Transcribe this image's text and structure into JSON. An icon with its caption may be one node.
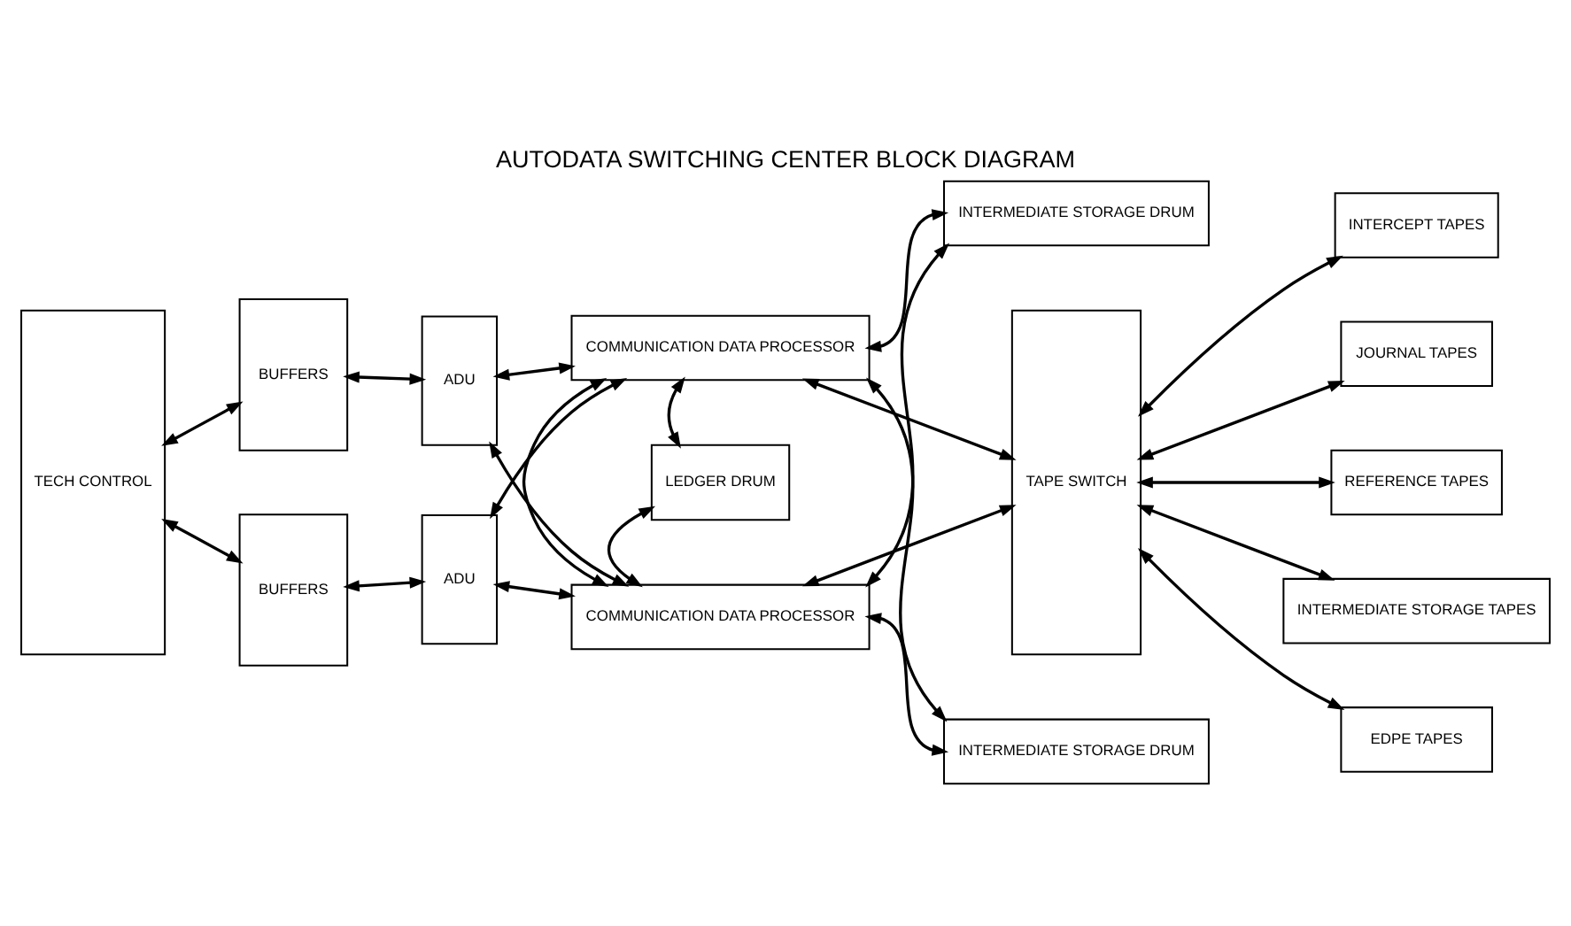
{
  "diagram": {
    "title": "AUTODATA SWITCHING CENTER BLOCK DIAGRAM",
    "nodes": [
      {
        "text": [
          "TECH CONTROL"
        ]
      },
      {
        "text": [
          "BUFFERS"
        ]
      },
      {
        "text": [
          "BUFFERS"
        ]
      },
      {
        "text": [
          "ADU"
        ]
      },
      {
        "text": [
          "ADU"
        ]
      },
      {
        "text": [
          "COMMUNICATION DATA PROCESSOR"
        ]
      },
      {
        "text": [
          "LEDGER DRUM"
        ]
      },
      {
        "text": [
          "COMMUNICATION DATA PROCESSOR"
        ]
      },
      {
        "text": [
          "INTERMEDIATE STORAGE DRUM"
        ]
      },
      {
        "text": [
          "INTERMEDIATE STORAGE DRUM"
        ]
      },
      {
        "text": [
          "TAPE SWITCH"
        ]
      },
      {
        "text": [
          "INTERCEPT TAPES"
        ]
      },
      {
        "text": [
          "JOURNAL TAPES"
        ]
      },
      {
        "text": [
          "REFERENCE TAPES"
        ]
      },
      {
        "text": [
          "INTERMEDIATE STORAGE TAPES"
        ]
      },
      {
        "text": [
          "EDPE TAPES"
        ]
      }
    ],
    "edges": [
      {
        "from": 0,
        "to": 1,
        "arrow": "both"
      },
      {
        "from": 0,
        "to": 2,
        "arrow": "both"
      },
      {
        "from": 1,
        "to": 3,
        "arrow": "both"
      },
      {
        "from": 2,
        "to": 4,
        "arrow": "both"
      },
      {
        "from": 3,
        "to": 5,
        "arrow": "both"
      },
      {
        "from": 3,
        "to": 7,
        "arrow": "both"
      },
      {
        "from": 4,
        "to": 5,
        "arrow": "both"
      },
      {
        "from": 4,
        "to": 7,
        "arrow": "both"
      },
      {
        "from": 5,
        "to": 7,
        "arrow": "both"
      },
      {
        "from": 5,
        "to": 6,
        "arrow": "both"
      },
      {
        "from": 6,
        "to": 7,
        "arrow": "both"
      },
      {
        "from": 5,
        "to": 8,
        "arrow": "both"
      },
      {
        "from": 5,
        "to": 9,
        "arrow": "both"
      },
      {
        "from": 7,
        "to": 8,
        "arrow": "both"
      },
      {
        "from": 7,
        "to": 9,
        "arrow": "both"
      },
      {
        "from": 5,
        "to": 10,
        "arrow": "both"
      },
      {
        "from": 7,
        "to": 10,
        "arrow": "both"
      },
      {
        "from": 10,
        "to": 11,
        "arrow": "both"
      },
      {
        "from": 10,
        "to": 12,
        "arrow": "both"
      },
      {
        "from": 10,
        "to": 13,
        "arrow": "both"
      },
      {
        "from": 10,
        "to": 14,
        "arrow": "both"
      },
      {
        "from": 10,
        "to": 15,
        "arrow": "both"
      }
    ]
  }
}
